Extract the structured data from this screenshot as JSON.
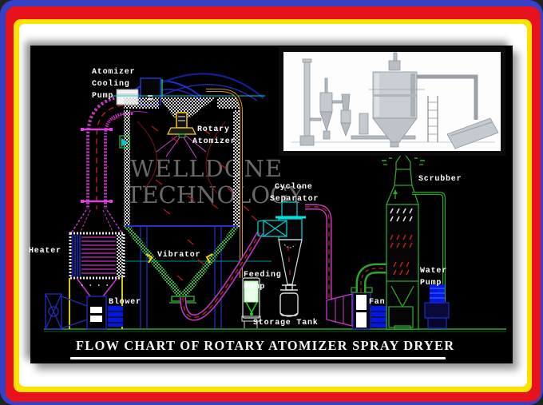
{
  "title": "FLOW CHART OF ROTARY ATOMIZER SPRAY DRYER",
  "watermark": {
    "line1": "WELLDONE",
    "line2": "TECHNOLOGY"
  },
  "labels": {
    "atomizer_cooling_pump": [
      "Atomizer",
      "Cooling",
      "Pump"
    ],
    "rotary_atomizer": [
      "Rotary",
      "Atomizer"
    ],
    "cyclone_separator": [
      "Cyclone",
      "Separator"
    ],
    "scrubber": "Scrubber",
    "heater": "Heater",
    "vibrator": "Vibrator",
    "blower": "Blower",
    "feeding_pump": [
      "Feeding",
      "Pump"
    ],
    "storage_tank": "Storage Tank",
    "fan": "Fan",
    "water_pump": [
      "Water",
      "Pump"
    ]
  },
  "colors": {
    "border_blue": "#3642c6",
    "border_red": "#e8111c",
    "border_yellow": "#ffe300",
    "panel_bg": "#000000",
    "pipe_magenta": "#c837c8",
    "pipe_green": "#2fa32f",
    "feed_pipe_orange": "#cc9900",
    "cyan_line": "#00cccc",
    "machine_blue": "#1f2dbb",
    "dash_red": "#c02020",
    "atomizer_yellow": "#ffd400",
    "label_white": "#ffffff",
    "watermark_gray": "#696969"
  }
}
